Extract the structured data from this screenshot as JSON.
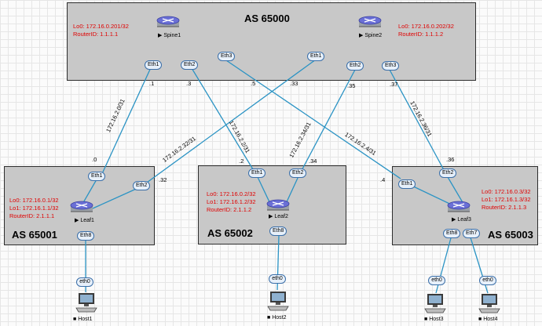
{
  "as_top": "AS 65000",
  "as_leaf1": "AS 65001",
  "as_leaf2": "AS 65002",
  "as_leaf3": "AS 65003",
  "spine1": {
    "name": "Spine1",
    "lo0": "Lo0: 172.16.0.201/32",
    "rid": "RouterID: 1.1.1.1"
  },
  "spine2": {
    "name": "Spine2",
    "lo0": "Lo0: 172.16.0.202/32",
    "rid": "RouterID: 1.1.1.2"
  },
  "leaf1": {
    "name": "Leaf1",
    "lo0": "Lo0: 172.16.0.1/32",
    "lo1": "Lo1: 172.16.1.1/32",
    "rid": "RouterID: 2.1.1.1"
  },
  "leaf2": {
    "name": "Leaf2",
    "lo0": "Lo0: 172.16.0.2/32",
    "lo1": "Lo1: 172.16.1.2/32",
    "rid": "RouterID: 2.1.1.2"
  },
  "leaf3": {
    "name": "Leaf3",
    "lo0": "Lo0: 172.16.0.3/32",
    "lo1": "Lo1: 172.16.1.3/32",
    "rid": "RouterID: 2.1.1.3"
  },
  "hosts": {
    "h1": "Host1",
    "h2": "Host2",
    "h3": "Host3",
    "h4": "Host4"
  },
  "ifaces": {
    "eth0": "eth0",
    "eth1": "Eth1",
    "eth2": "Eth2",
    "eth3": "Eth3",
    "eth7": "Eth7",
    "eth8": "Eth8"
  },
  "ips": {
    "s1_e1": ".1",
    "s1_e2": ".3",
    "s1_e3": ".5",
    "s2_e1": ".33",
    "s2_e2": ".35",
    "s2_e3": ".37",
    "l1_e1": ".0",
    "l1_e2": ".32",
    "l2_e1": ".2",
    "l2_e2": ".34",
    "l3_e1": ".4",
    "l3_e2": ".36"
  },
  "nets": {
    "n0": "172.16.2.0/31",
    "n2": "172.16.2.2/31",
    "n4": "172.16.2.4/31",
    "n32": "172.16.2.32/31",
    "n34": "172.16.2.34/31",
    "n36": "172.16.2.36/31"
  },
  "colors": {
    "link": "#2a93c4",
    "info": "#e00000",
    "router": "#6a6fd6",
    "box": "#c8c8c8"
  }
}
